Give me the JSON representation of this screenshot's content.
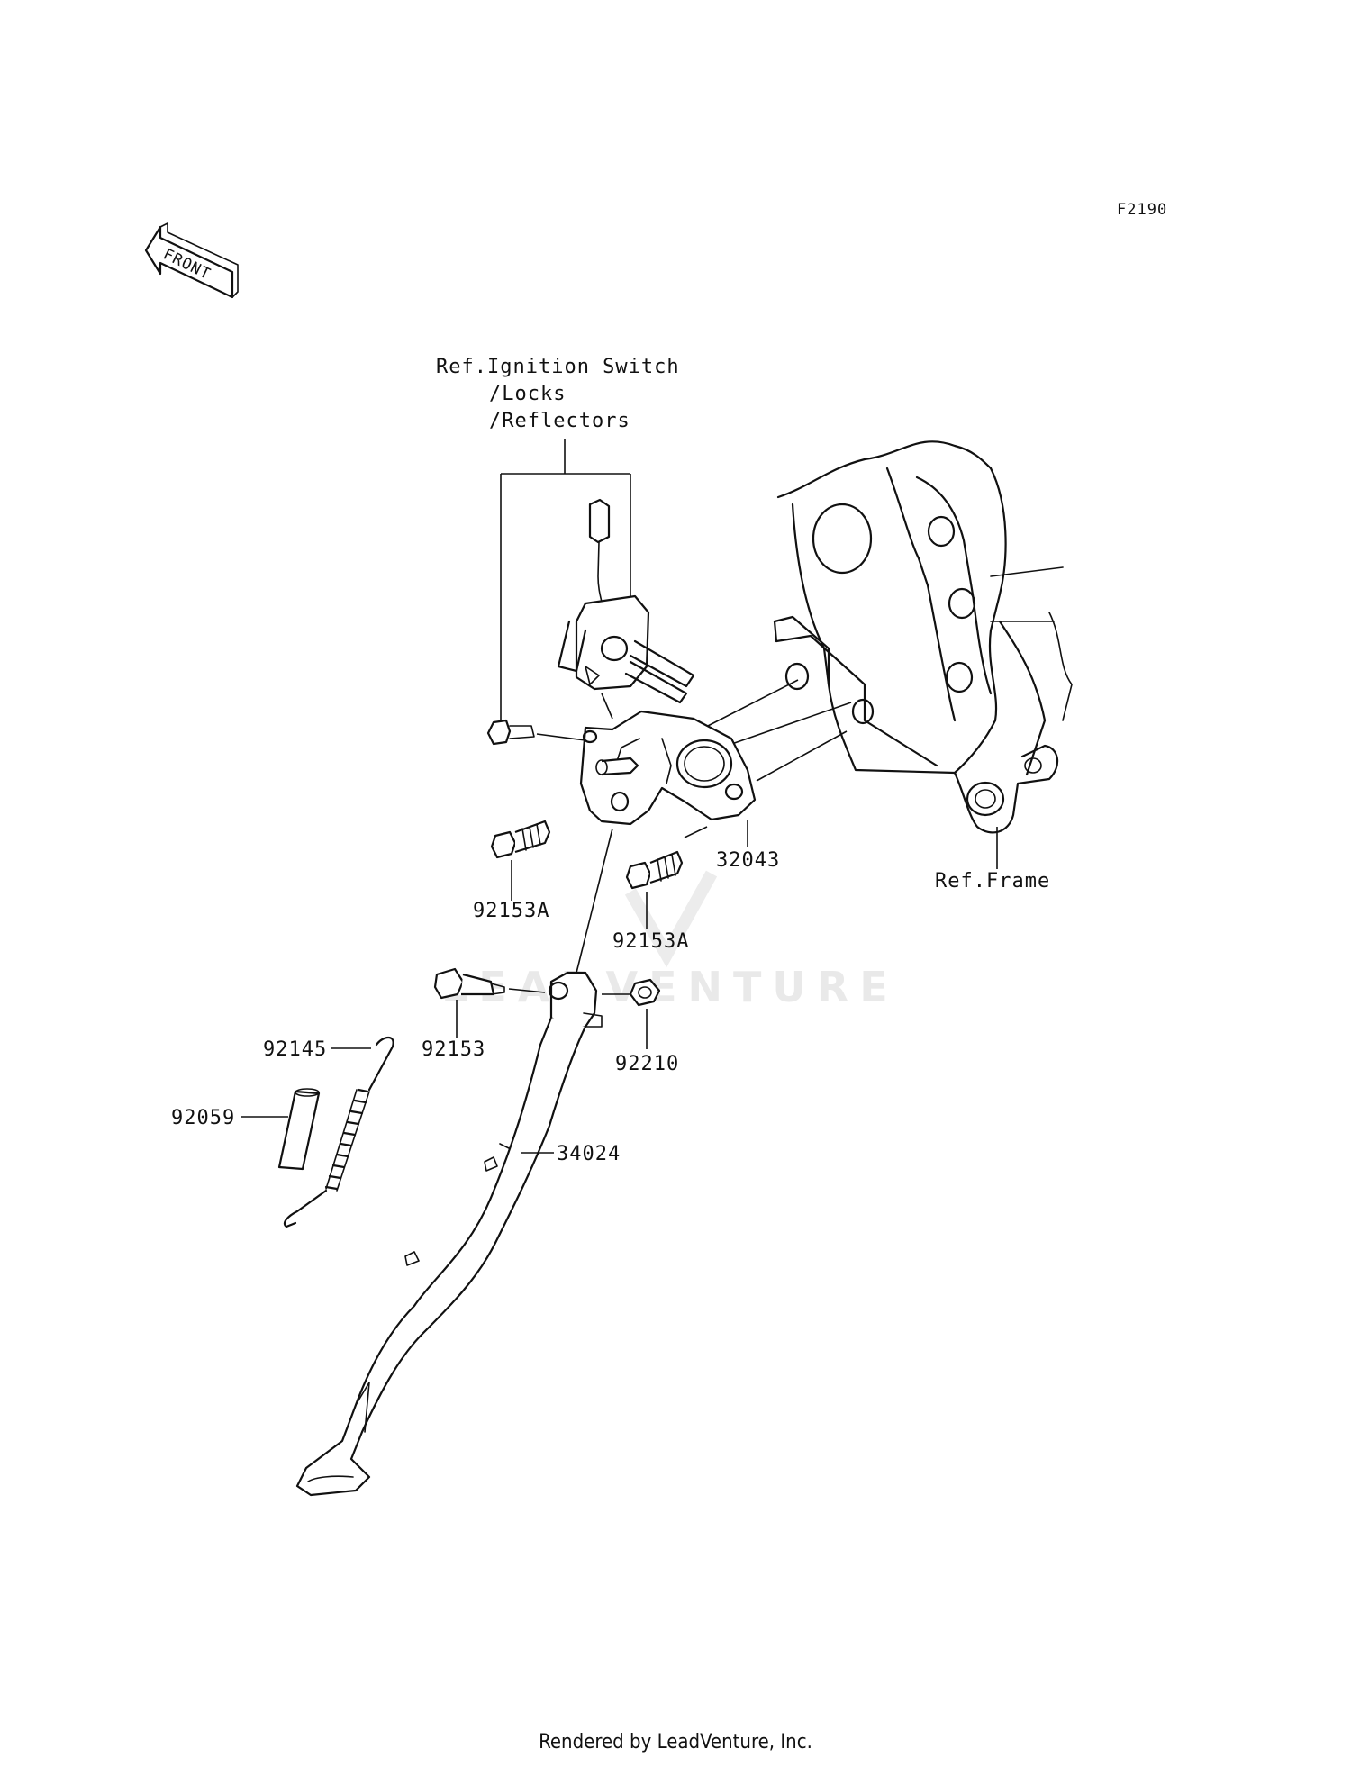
{
  "figure_code": "F2190",
  "front_arrow_label": "FRONT",
  "watermark": "LEADVENTURE",
  "reference_labels": {
    "ignition_line1": "Ref.Ignition Switch",
    "ignition_line2": "/Locks",
    "ignition_line3": "/Reflectors",
    "frame": "Ref.Frame"
  },
  "part_labels": {
    "bracket": "32043",
    "bolt_left": "92153A",
    "bolt_right": "92153A",
    "pivot_bolt": "92153",
    "nut": "92210",
    "spring": "92145",
    "sleeve": "92059",
    "side_stand": "34024"
  },
  "footer": "Rendered by LeadVenture, Inc."
}
